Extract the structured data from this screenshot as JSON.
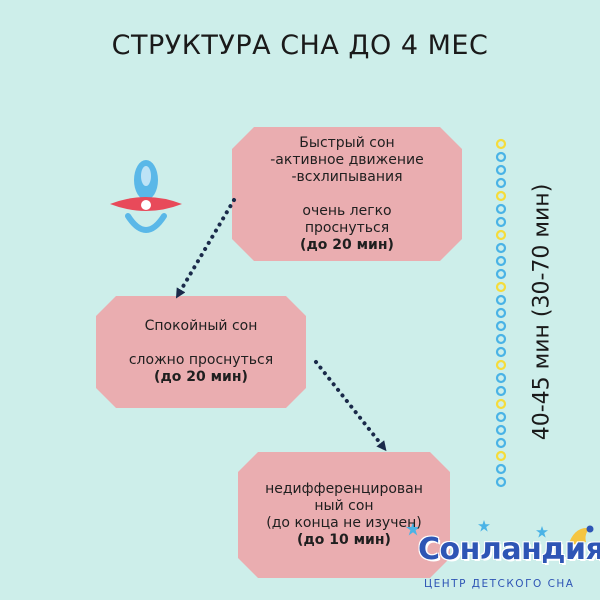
{
  "title": "СТРУКТУРА СНА ДО 4 МЕС",
  "nodes": {
    "rem": {
      "line1": "Быстрый сон",
      "line2": "-активное движение",
      "line3": "-всхлипывания",
      "line4": "очень легко",
      "line5": "проснуться",
      "line6": "(до 20 мин)"
    },
    "calm": {
      "line1": "Спокойный сон",
      "line2": "сложно проснуться",
      "line3": "(до 20 мин)"
    },
    "undiff": {
      "line1": "недифференцирован",
      "line2": "ный сон",
      "line3": "(до конца не изучен)",
      "line4": "(до 10 мин)"
    }
  },
  "cycle_label": "40-45 мин (30-70 мин)",
  "logo": {
    "name": "Сонландия",
    "subtitle": "ЦЕНТР ДЕТСКОГО СНА"
  },
  "colors": {
    "background": "#cdeeea",
    "node_fill": "#eaadb0",
    "arrow": "#1a2a4a",
    "bead_blue": "#4ab3e6",
    "bead_yellow": "#f5dc3c",
    "pacifier_blue": "#5ab8e8",
    "pacifier_red": "#e84a5a",
    "logo_blue": "#2e55b5"
  },
  "beads": [
    "yellow",
    "blue",
    "blue",
    "blue",
    "yellow",
    "blue",
    "blue",
    "yellow",
    "blue",
    "blue",
    "blue",
    "yellow",
    "blue",
    "blue",
    "blue",
    "blue",
    "blue",
    "yellow",
    "blue",
    "blue",
    "yellow",
    "blue",
    "blue",
    "blue",
    "yellow",
    "blue",
    "blue"
  ]
}
